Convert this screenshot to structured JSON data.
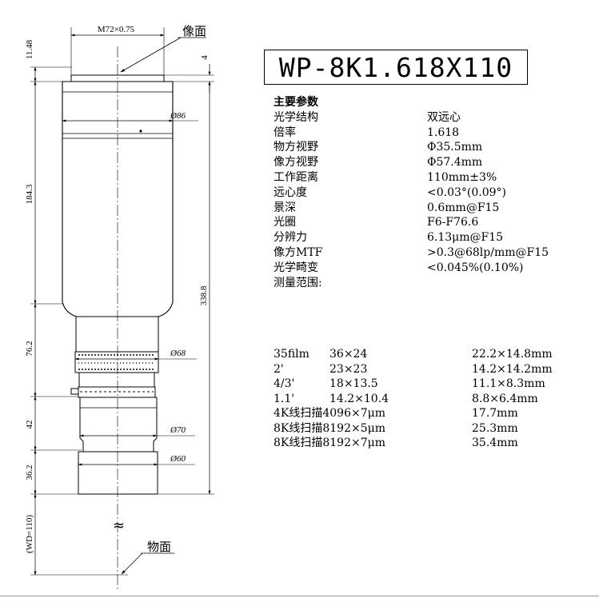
{
  "title": "WP-8K1.618X110",
  "drawing": {
    "thread_label": "M72×0.75",
    "image_plane_label": "像面",
    "object_plane_label": "物面",
    "dims_left": [
      "11.48",
      "184.3",
      "76.2",
      "42",
      "36.2",
      "(WD=110)"
    ],
    "dim_total": "338.8",
    "dim_top_right": "4",
    "diameters": [
      "Ø86",
      "Ø68",
      "Ø70",
      "Ø60"
    ],
    "break_mark": "≈"
  },
  "params": {
    "header": "主要参数",
    "rows": [
      {
        "k": "光学结构",
        "v": "双远心"
      },
      {
        "k": "倍率",
        "v": "1.618"
      },
      {
        "k": "物方视野",
        "v": "Φ35.5mm"
      },
      {
        "k": "像方视野",
        "v": "Φ57.4mm"
      },
      {
        "k": "工作距离",
        "v": "110mm±3%"
      },
      {
        "k": "远心度",
        "v": "<0.03°(0.09°)"
      },
      {
        "k": "景深",
        "v": "0.6mm@F15"
      },
      {
        "k": "光圈",
        "v": "F6-F76.6"
      },
      {
        "k": "分辨力",
        "v": "6.13μm@F15"
      },
      {
        "k": "像方MTF",
        "v": ">0.3@68lp/mm@F15"
      },
      {
        "k": "光学畸变",
        "v": "<0.045%(0.10%)"
      },
      {
        "k": "测量范围:",
        "v": ""
      }
    ]
  },
  "measure": {
    "rows": [
      {
        "a": "35film",
        "b": "36×24",
        "c": "22.2×14.8mm"
      },
      {
        "a": "2'",
        "b": "23×23",
        "c": "14.2×14.2mm"
      },
      {
        "a": "4/3'",
        "b": "18×13.5",
        "c": "11.1×8.3mm"
      },
      {
        "a": "1.1'",
        "b": "14.2×10.4",
        "c": "8.8×6.4mm"
      }
    ],
    "rows_wide": [
      {
        "a": "4K线扫描4096×7μm",
        "c": "17.7mm"
      },
      {
        "a": "8K线扫描8192×5μm",
        "c": "25.3mm"
      },
      {
        "a": "8K线扫描8192×7μm",
        "c": "35.4mm"
      }
    ]
  }
}
